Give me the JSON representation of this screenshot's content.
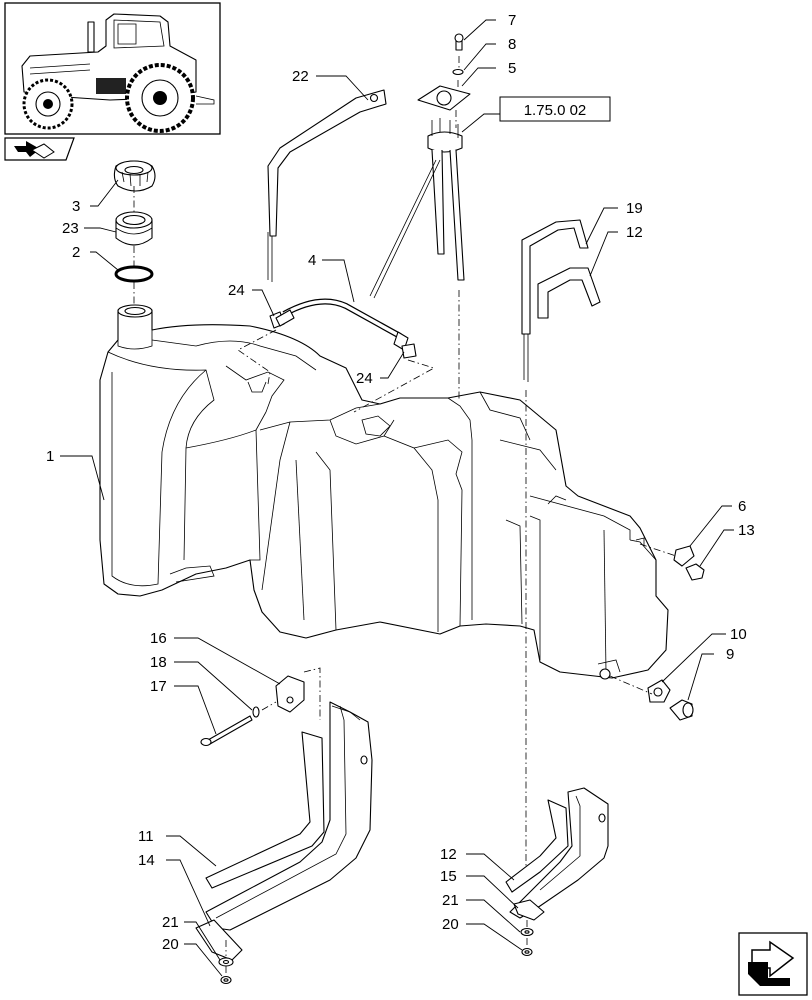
{
  "diagram": {
    "callouts": {
      "c1": "1",
      "c2": "2",
      "c3": "3",
      "c4": "4",
      "c5": "5",
      "c6": "6",
      "c7": "7",
      "c8": "8",
      "c9": "9",
      "c10": "10",
      "c11": "11",
      "c12a": "12",
      "c12b": "12",
      "c13": "13",
      "c14": "14",
      "c15": "15",
      "c16": "16",
      "c17": "17",
      "c18": "18",
      "c19": "19",
      "c20a": "20",
      "c20b": "20",
      "c21a": "21",
      "c21b": "21",
      "c22": "22",
      "c23": "23",
      "c24a": "24",
      "c24b": "24"
    },
    "reference_box": "1.75.0 02"
  },
  "icons": {
    "thumbnail": "tractor-thumbnail-icon",
    "prev_nav": "previous-page-arrow-icon",
    "next_nav": "next-page-arrow-icon"
  }
}
